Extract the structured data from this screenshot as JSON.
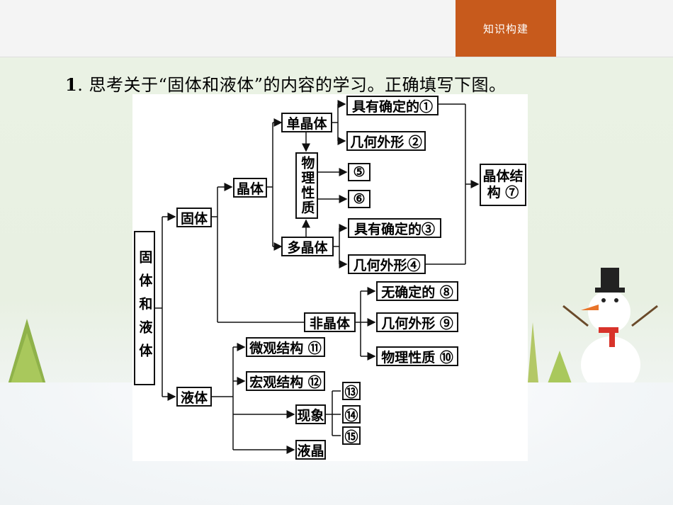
{
  "header": {
    "tab_label": "知识构建"
  },
  "question": {
    "number": "1",
    "text": ". 思考关于“固体和液体”的内容的学习。正确填写下图。"
  },
  "diagram": {
    "root": "固体和液体",
    "solid": "固体",
    "liquid": "液体",
    "crystal": "晶体",
    "amorphous": "非晶体",
    "single_crystal": "单晶体",
    "poly_crystal": "多晶体",
    "physical_property": "物理性质",
    "single_shape_definite": "具有确定的①",
    "single_geometry": "几何外形 ②",
    "fill_5": "⑤",
    "fill_6": "⑥",
    "poly_shape_definite": "具有确定的③",
    "poly_geometry": "几何外形④",
    "crystal_structure": "晶体结构 ⑦",
    "amorph_indefinite": "无确定的 ⑧",
    "amorph_geometry": "几何外形 ⑨",
    "amorph_physical": "物理性质 ⑩",
    "micro_structure": "微观结构 ⑪",
    "macro_structure": "宏观结构 ⑫",
    "phenomena": "现象",
    "fill_13": "⑬",
    "fill_14": "⑭",
    "fill_15": "⑮",
    "liquid_crystal": "液晶"
  }
}
